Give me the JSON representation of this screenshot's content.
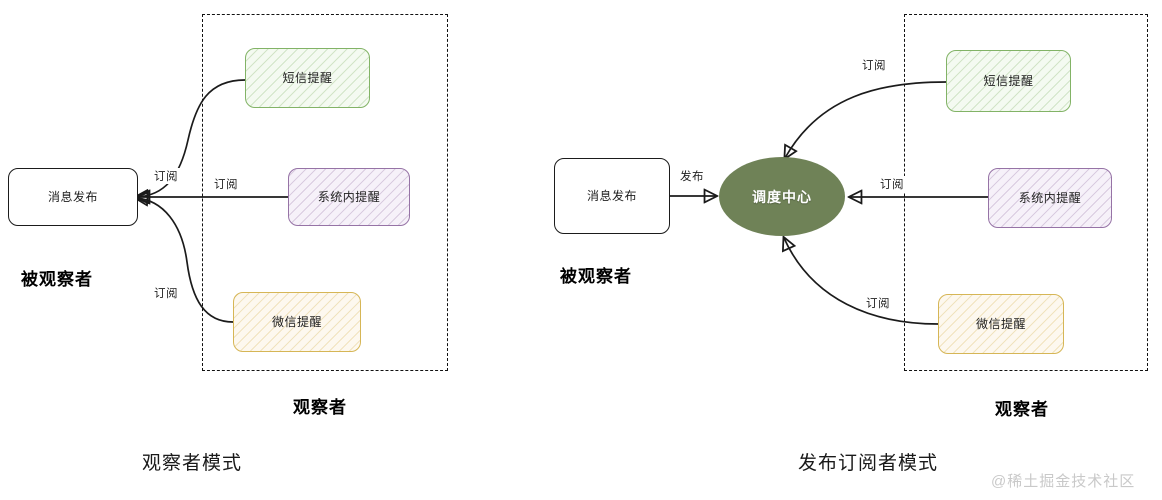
{
  "diagram": {
    "title_observer": "观察者模式",
    "title_pubsub": "发布订阅者模式",
    "watermark": "@稀土掘金技术社区",
    "colors": {
      "green_border": "#82b366",
      "green_fill": "#f4faf1",
      "purple_border": "#9673a6",
      "purple_fill": "#f6f1f9",
      "orange_border": "#d6b656",
      "orange_fill": "#fdf8ef",
      "ellipse_fill": "#6f8257",
      "stroke": "#1b1b1b",
      "watermark_color": "#c9c9c9"
    }
  },
  "left_panel": {
    "subject_box": "消息发布",
    "subject_role": "被观察者",
    "observer_role": "观察者",
    "caption": "观察者模式",
    "observers": [
      {
        "label": "短信提醒",
        "style": "green"
      },
      {
        "label": "系统内提醒",
        "style": "purple"
      },
      {
        "label": "微信提醒",
        "style": "orange"
      }
    ],
    "edge_labels": [
      {
        "text": "订阅",
        "from": "短信提醒",
        "to": "消息发布"
      },
      {
        "text": "订阅",
        "from": "系统内提醒",
        "to": "消息发布"
      },
      {
        "text": "订阅",
        "from": "微信提醒",
        "to": "消息发布"
      }
    ]
  },
  "right_panel": {
    "publisher_box": "消息发布",
    "publisher_role": "被观察者",
    "broker": "调度中心",
    "publish_label": "发布",
    "observer_role": "观察者",
    "caption": "发布订阅者模式",
    "observers": [
      {
        "label": "短信提醒",
        "style": "green"
      },
      {
        "label": "系统内提醒",
        "style": "purple"
      },
      {
        "label": "微信提醒",
        "style": "orange"
      }
    ],
    "edge_labels": [
      {
        "text": "订阅",
        "from": "短信提醒",
        "to": "调度中心"
      },
      {
        "text": "订阅",
        "from": "系统内提醒",
        "to": "调度中心"
      },
      {
        "text": "订阅",
        "from": "微信提醒",
        "to": "调度中心"
      }
    ]
  }
}
